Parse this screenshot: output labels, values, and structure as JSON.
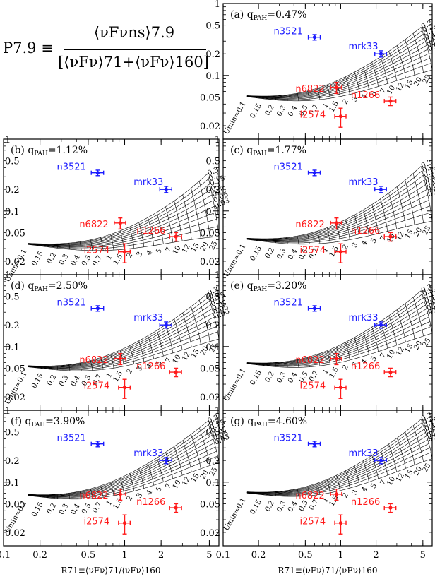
{
  "formula": {
    "lhs": "P7.9 ≡",
    "numerator": "⟨νFνns⟩7.9",
    "denominator": "[⟨νFν⟩71+⟨νFν⟩160]"
  },
  "x_axis_label": "R71≡⟨νFν⟩71/⟨νFν⟩160",
  "grid_labels": {
    "umin_prefix": "Umin=",
    "umin_values": [
      "0.1",
      "0.15",
      "0.2",
      "0.3",
      "0.4",
      "0.5",
      "0.7",
      "1",
      "1.5",
      "2",
      "3",
      "4",
      "5",
      "7",
      "10",
      "12",
      "15",
      "20",
      "25"
    ],
    "gamma_prefix": "γ=",
    "gamma_values": [
      "0",
      "0.005",
      "0.01",
      "0.02",
      "0.03",
      "0.05",
      "0.07",
      "0.1",
      "0.15",
      "0.2",
      "0.3"
    ]
  },
  "colors": {
    "blue": "#1a1aff",
    "red": "#ff1a1a",
    "grid": "#000000"
  },
  "chart_data": [
    {
      "panel": "(a)",
      "qpah": "0.47%",
      "type": "scatter",
      "xscale": "log",
      "yscale": "log",
      "xlim": [
        0.1,
        6
      ],
      "ylim": [
        0.013,
        1
      ],
      "xticks": [
        "0.1",
        "0.2",
        "0.5",
        "1",
        "2",
        "5"
      ],
      "yticks": [
        "1",
        "0.5",
        "0.2",
        "0.1",
        "0.05",
        "0.02"
      ],
      "points": [
        {
          "name": "n3521",
          "x": 0.6,
          "y": 0.34,
          "xerr": 0.07,
          "yerr": 0.03,
          "color": "blue"
        },
        {
          "name": "mrk33",
          "x": 2.2,
          "y": 0.2,
          "xerr": 0.25,
          "yerr": 0.02,
          "color": "blue"
        },
        {
          "name": "n6822",
          "x": 0.92,
          "y": 0.068,
          "xerr": 0.1,
          "yerr": 0.012,
          "color": "red"
        },
        {
          "name": "n1266",
          "x": 2.65,
          "y": 0.044,
          "xerr": 0.3,
          "yerr": 0.006,
          "color": "red"
        },
        {
          "name": "i2574",
          "x": 1.0,
          "y": 0.027,
          "xerr": 0.11,
          "yerr": 0.008,
          "color": "red"
        }
      ],
      "model_band": {
        "top_y": 0.47,
        "bottom_y": 0.14,
        "umin_at_left": true
      }
    },
    {
      "panel": "(b)",
      "qpah": "1.12%",
      "type": "scatter",
      "xscale": "log",
      "yscale": "log",
      "xlim": [
        0.1,
        6
      ],
      "ylim": [
        0.013,
        1
      ],
      "xticks": [
        "0.1",
        "0.2",
        "0.5",
        "1",
        "2",
        "5"
      ],
      "yticks": [
        "1",
        "0.5",
        "0.2",
        "0.1",
        "0.05",
        "0.02"
      ],
      "points": [
        {
          "name": "n3521",
          "x": 0.6,
          "y": 0.34,
          "xerr": 0.07,
          "yerr": 0.03,
          "color": "blue"
        },
        {
          "name": "mrk33",
          "x": 2.2,
          "y": 0.2,
          "xerr": 0.25,
          "yerr": 0.02,
          "color": "blue"
        },
        {
          "name": "n6822",
          "x": 0.92,
          "y": 0.068,
          "xerr": 0.1,
          "yerr": 0.012,
          "color": "red"
        },
        {
          "name": "n1266",
          "x": 2.65,
          "y": 0.044,
          "xerr": 0.3,
          "yerr": 0.006,
          "color": "red"
        },
        {
          "name": "i2574",
          "x": 1.0,
          "y": 0.027,
          "xerr": 0.11,
          "yerr": 0.008,
          "color": "red"
        }
      ],
      "model_band": {
        "top_y": 0.33,
        "bottom_y": 0.052
      }
    },
    {
      "panel": "(c)",
      "qpah": "1.77%",
      "type": "scatter",
      "xscale": "log",
      "yscale": "log",
      "xlim": [
        0.1,
        6
      ],
      "ylim": [
        0.013,
        1
      ],
      "xticks": [
        "0.1",
        "0.2",
        "0.5",
        "1",
        "2",
        "5"
      ],
      "yticks": [
        "1",
        "0.5",
        "0.2",
        "0.1",
        "0.05",
        "0.02"
      ],
      "points": [
        {
          "name": "n3521",
          "x": 0.6,
          "y": 0.34,
          "xerr": 0.07,
          "yerr": 0.03,
          "color": "blue"
        },
        {
          "name": "mrk33",
          "x": 2.2,
          "y": 0.2,
          "xerr": 0.25,
          "yerr": 0.02,
          "color": "blue"
        },
        {
          "name": "n6822",
          "x": 0.92,
          "y": 0.068,
          "xerr": 0.1,
          "yerr": 0.012,
          "color": "red"
        },
        {
          "name": "n1266",
          "x": 2.65,
          "y": 0.044,
          "xerr": 0.3,
          "yerr": 0.006,
          "color": "red"
        },
        {
          "name": "i2574",
          "x": 1.0,
          "y": 0.027,
          "xerr": 0.11,
          "yerr": 0.008,
          "color": "red"
        }
      ],
      "model_band": {
        "top_y": 0.42,
        "bottom_y": 0.085
      }
    },
    {
      "panel": "(d)",
      "qpah": "2.50%",
      "type": "scatter",
      "xscale": "log",
      "yscale": "log",
      "xlim": [
        0.1,
        6
      ],
      "ylim": [
        0.013,
        1
      ],
      "xticks": [
        "0.1",
        "0.2",
        "0.5",
        "1",
        "2",
        "5"
      ],
      "yticks": [
        "1",
        "0.5",
        "0.2",
        "0.1",
        "0.05",
        "0.02"
      ],
      "points": [
        {
          "name": "n3521",
          "x": 0.6,
          "y": 0.34,
          "xerr": 0.07,
          "yerr": 0.03,
          "color": "blue"
        },
        {
          "name": "mrk33",
          "x": 2.2,
          "y": 0.2,
          "xerr": 0.25,
          "yerr": 0.02,
          "color": "blue"
        },
        {
          "name": "n6822",
          "x": 0.92,
          "y": 0.068,
          "xerr": 0.1,
          "yerr": 0.012,
          "color": "red"
        },
        {
          "name": "n1266",
          "x": 2.65,
          "y": 0.044,
          "xerr": 0.3,
          "yerr": 0.006,
          "color": "red"
        },
        {
          "name": "i2574",
          "x": 1.0,
          "y": 0.027,
          "xerr": 0.11,
          "yerr": 0.008,
          "color": "red"
        }
      ],
      "model_band": {
        "top_y": 0.55,
        "bottom_y": 0.15
      }
    },
    {
      "panel": "(e)",
      "qpah": "3.20%",
      "type": "scatter",
      "xscale": "log",
      "yscale": "log",
      "xlim": [
        0.1,
        6
      ],
      "ylim": [
        0.013,
        1
      ],
      "xticks": [
        "0.1",
        "0.2",
        "0.5",
        "1",
        "2",
        "5"
      ],
      "yticks": [
        "1",
        "0.5",
        "0.2",
        "0.1",
        "0.05",
        "0.02"
      ],
      "points": [
        {
          "name": "n3521",
          "x": 0.6,
          "y": 0.34,
          "xerr": 0.07,
          "yerr": 0.03,
          "color": "blue"
        },
        {
          "name": "mrk33",
          "x": 2.2,
          "y": 0.2,
          "xerr": 0.25,
          "yerr": 0.02,
          "color": "blue"
        },
        {
          "name": "n6822",
          "x": 0.92,
          "y": 0.068,
          "xerr": 0.1,
          "yerr": 0.012,
          "color": "red"
        },
        {
          "name": "n1266",
          "x": 2.65,
          "y": 0.044,
          "xerr": 0.3,
          "yerr": 0.006,
          "color": "red"
        },
        {
          "name": "i2574",
          "x": 1.0,
          "y": 0.027,
          "xerr": 0.11,
          "yerr": 0.008,
          "color": "red"
        }
      ],
      "model_band": {
        "top_y": 0.6,
        "bottom_y": 0.18
      }
    },
    {
      "panel": "(f)",
      "qpah": "3.90%",
      "type": "scatter",
      "xscale": "log",
      "yscale": "log",
      "xlim": [
        0.1,
        6
      ],
      "ylim": [
        0.013,
        1
      ],
      "xticks": [
        "0.1",
        "0.2",
        "0.5",
        "1",
        "2",
        "5"
      ],
      "yticks": [
        "1",
        "0.5",
        "0.2",
        "0.1",
        "0.05",
        "0.02"
      ],
      "points": [
        {
          "name": "n3521",
          "x": 0.6,
          "y": 0.34,
          "xerr": 0.07,
          "yerr": 0.03,
          "color": "blue"
        },
        {
          "name": "mrk33",
          "x": 2.2,
          "y": 0.2,
          "xerr": 0.25,
          "yerr": 0.02,
          "color": "blue"
        },
        {
          "name": "n6822",
          "x": 0.92,
          "y": 0.068,
          "xerr": 0.1,
          "yerr": 0.012,
          "color": "red"
        },
        {
          "name": "n1266",
          "x": 2.65,
          "y": 0.044,
          "xerr": 0.3,
          "yerr": 0.006,
          "color": "red"
        },
        {
          "name": "i2574",
          "x": 1.0,
          "y": 0.027,
          "xerr": 0.11,
          "yerr": 0.008,
          "color": "red"
        }
      ],
      "model_band": {
        "top_y": 0.7,
        "bottom_y": 0.22
      }
    },
    {
      "panel": "(g)",
      "qpah": "4.60%",
      "type": "scatter",
      "xscale": "log",
      "yscale": "log",
      "xlim": [
        0.1,
        6
      ],
      "ylim": [
        0.013,
        1
      ],
      "xticks": [
        "0.1",
        "0.2",
        "0.5",
        "1",
        "2",
        "5"
      ],
      "yticks": [
        "1",
        "0.5",
        "0.2",
        "0.1",
        "0.05",
        "0.02"
      ],
      "points": [
        {
          "name": "n3521",
          "x": 0.6,
          "y": 0.34,
          "xerr": 0.07,
          "yerr": 0.03,
          "color": "blue"
        },
        {
          "name": "mrk33",
          "x": 2.2,
          "y": 0.2,
          "xerr": 0.25,
          "yerr": 0.02,
          "color": "blue"
        },
        {
          "name": "n6822",
          "x": 0.92,
          "y": 0.068,
          "xerr": 0.1,
          "yerr": 0.012,
          "color": "red"
        },
        {
          "name": "n1266",
          "x": 2.65,
          "y": 0.044,
          "xerr": 0.3,
          "yerr": 0.006,
          "color": "red"
        },
        {
          "name": "i2574",
          "x": 1.0,
          "y": 0.027,
          "xerr": 0.11,
          "yerr": 0.008,
          "color": "red"
        }
      ],
      "model_band": {
        "top_y": 0.75,
        "bottom_y": 0.25
      }
    }
  ]
}
